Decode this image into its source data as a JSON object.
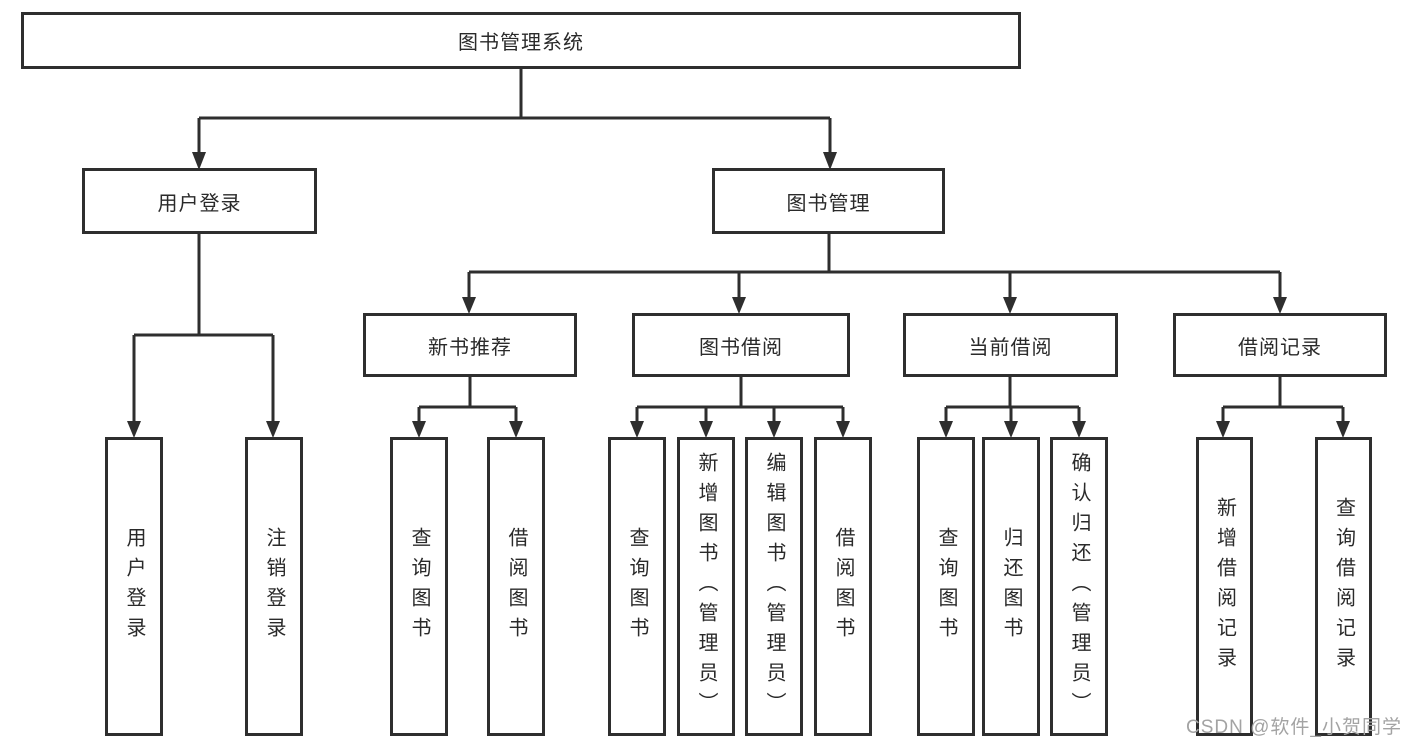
{
  "diagram": {
    "root": {
      "label": "图书管理系统"
    },
    "user_login": {
      "label": "用户登录",
      "children": [
        {
          "label": "用户登录"
        },
        {
          "label": "注销登录"
        }
      ]
    },
    "book_mgmt": {
      "label": "图书管理",
      "modules": [
        {
          "label": "新书推荐",
          "children": [
            {
              "label": "查询图书"
            },
            {
              "label": "借阅图书"
            }
          ]
        },
        {
          "label": "图书借阅",
          "children": [
            {
              "label": "查询图书"
            },
            {
              "label": "新增图书（管理员）"
            },
            {
              "label": "编辑图书（管理员）"
            },
            {
              "label": "借阅图书"
            }
          ]
        },
        {
          "label": "当前借阅",
          "children": [
            {
              "label": "查询图书"
            },
            {
              "label": "归还图书"
            },
            {
              "label": "确认归还（管理员）"
            }
          ]
        },
        {
          "label": "借阅记录",
          "children": [
            {
              "label": "新增借阅记录"
            },
            {
              "label": "查询借阅记录"
            }
          ]
        }
      ]
    }
  },
  "watermark": {
    "text": "CSDN @软件_小贺同学"
  },
  "colors": {
    "line": "#2e2e2e",
    "box_border": "#2e2e2e",
    "box_fill": "#ffffff",
    "text": "#2a2a2a",
    "watermark": "#a3a3a3"
  }
}
